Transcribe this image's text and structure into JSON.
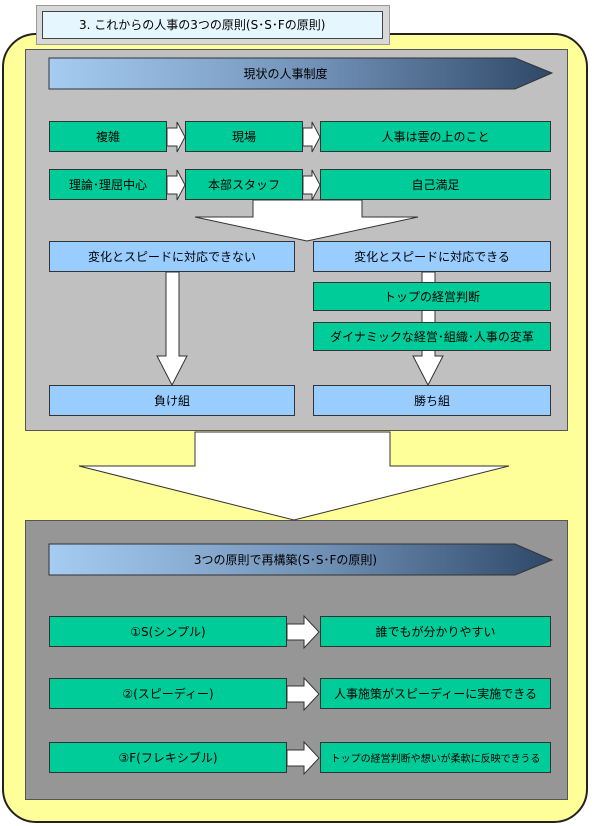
{
  "title": "3. これからの人事の3つの原則(S･S･Fの原則)",
  "top_section": {
    "banner": "現状の人事制度",
    "row1": [
      "複雑",
      "現場",
      "人事は雲の上のこと"
    ],
    "row2": [
      "理論･理屈中心",
      "本部スタッフ",
      "自己満足"
    ],
    "left_branch": {
      "header": "変化とスピードに対応できない",
      "result": "負け組"
    },
    "right_branch": {
      "header": "変化とスピードに対応できる",
      "step1": "トップの経営判断",
      "step2": "ダイナミックな経営･組織･人事の変革",
      "result": "勝ち組"
    }
  },
  "bottom_section": {
    "banner": "3つの原則で再構築(S･S･Fの原則)",
    "principles": [
      {
        "name": "①S(シンプル)",
        "desc": "誰でもが分かりやすい"
      },
      {
        "name": "②(スピーディー)",
        "desc": "人事施策がスピーディーに実施できる"
      },
      {
        "name": "③F(フレキシブル)",
        "desc": "トップの経営判断や想いが柔軟に反映できうる"
      }
    ]
  },
  "colors": {
    "frame_fill": "#ffff99",
    "green_box": "#00cc99",
    "blue_box": "#99ccff",
    "panel_top": "#c0c0c0",
    "panel_bottom": "#969696"
  }
}
